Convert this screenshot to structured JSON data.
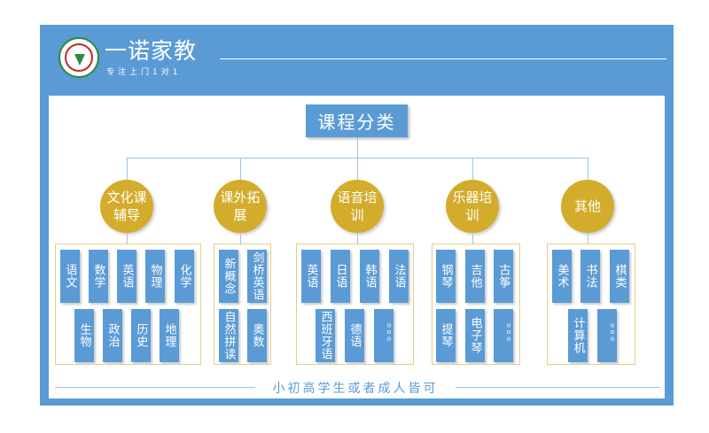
{
  "header": {
    "brand": "一诺家教",
    "tagline": "专注上门1对1"
  },
  "main_title": "课程分类",
  "categories": [
    {
      "label": "文化课辅导",
      "items": [
        "语文",
        "数学",
        "英语",
        "物理",
        "化学",
        "生物",
        "政治",
        "历史",
        "地理"
      ]
    },
    {
      "label": "课外拓展",
      "items": [
        "新概念",
        "剑桥英语",
        "自然拼读",
        "奥数"
      ]
    },
    {
      "label": "语音培训",
      "items": [
        "英语",
        "日语",
        "韩语",
        "法语",
        "西班牙语",
        "德语",
        "。。。"
      ]
    },
    {
      "label": "乐器培训",
      "items": [
        "钢琴",
        "吉他",
        "古筝",
        "提琴",
        "电子琴",
        "。。。"
      ]
    },
    {
      "label": "其他",
      "items": [
        "美术",
        "书法",
        "棋类",
        "计算机",
        "。。。"
      ]
    }
  ],
  "footer": "小初高学生或者成人皆可",
  "colors": {
    "primary": "#5b9bd5",
    "gold": "#d3ac2b",
    "box_border": "#e2cf86"
  }
}
